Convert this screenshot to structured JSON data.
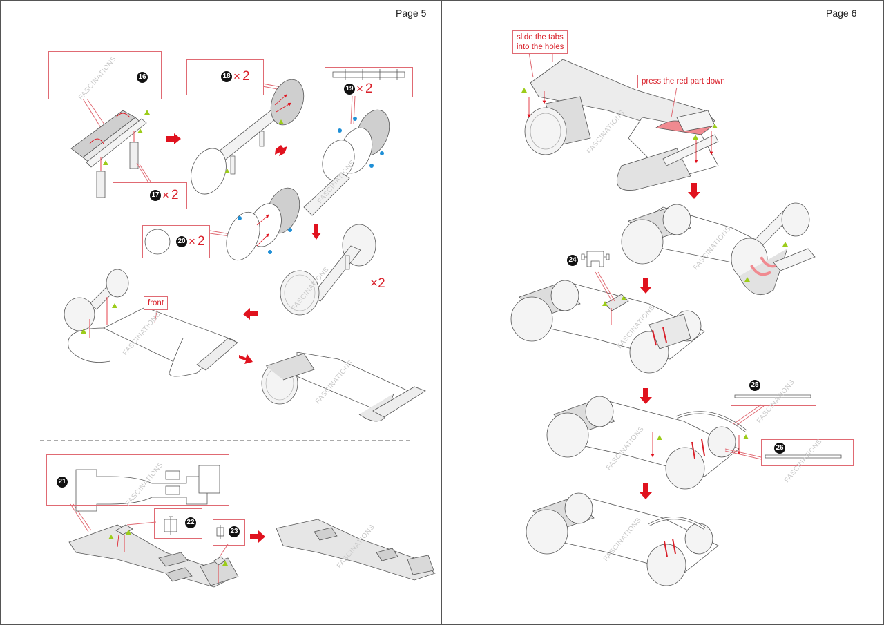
{
  "document": {
    "type": "assembly-instructions",
    "watermark": "FASCINATIONS",
    "colors": {
      "callout_border": "#e06a73",
      "callout_text": "#d9202a",
      "arrow": "#e0121e",
      "guide_line": "#e0121e",
      "green_marker": "#9ccc1a",
      "blue_marker": "#1f8fd6",
      "part_fill": "#d4d4d4",
      "highlight_fill": "#f08a90"
    }
  },
  "pages": [
    {
      "page_label": "Page 5",
      "steps": [
        {
          "part": "16",
          "qty": null
        },
        {
          "part": "17",
          "qty": "2"
        },
        {
          "part": "18",
          "qty": "2"
        },
        {
          "part": "19",
          "qty": "2"
        },
        {
          "part": "20",
          "qty": "2"
        }
      ],
      "assembly_multiplier": {
        "x": "×",
        "qty": "2"
      },
      "labels": {
        "front": "front"
      },
      "lower_steps": [
        {
          "part": "21"
        },
        {
          "part": "22"
        },
        {
          "part": "23"
        }
      ]
    },
    {
      "page_label": "Page 6",
      "notes": {
        "slide_tabs": "slide the tabs\ninto the holes",
        "press_red": "press the red part down"
      },
      "steps": [
        {
          "part": "24"
        },
        {
          "part": "25"
        },
        {
          "part": "26"
        }
      ]
    }
  ],
  "x_symbol": "×"
}
